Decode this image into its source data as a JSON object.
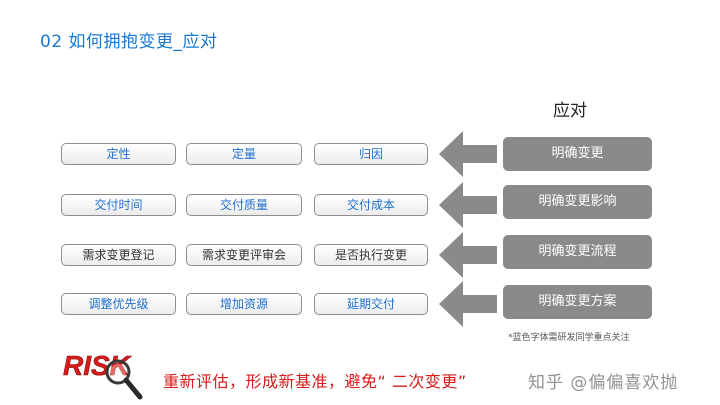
{
  "title": "02 如何拥抱变更_应对",
  "column_header": "应对",
  "rows": [
    {
      "items": [
        "定性",
        "定量",
        "归因"
      ],
      "style": "blue",
      "response": "明确变更"
    },
    {
      "items": [
        "交付时间",
        "交付质量",
        "交付成本"
      ],
      "style": "blue",
      "response": "明确变更影响"
    },
    {
      "items": [
        "需求变更登记",
        "需求变更评审会",
        "是否执行变更"
      ],
      "style": "dark",
      "response": "明确变更流程"
    },
    {
      "items": [
        "调整优先级",
        "增加资源",
        "延期交付"
      ],
      "style": "blue",
      "response": "明确变更方案"
    }
  ],
  "note": "*蓝色字体需研发同学重点关注",
  "risk_logo_text": "RISK",
  "bottom_text": "重新评估，形成新基准，避免“ 二次变更”",
  "watermark": "知乎 @偏偏喜欢抛",
  "colors": {
    "title": "#1a78d2",
    "blue_text": "#1f6fd0",
    "response_bg": "#8a8a8a",
    "arrow": "#8a8a8a",
    "risk_red": "#d81a1a"
  }
}
